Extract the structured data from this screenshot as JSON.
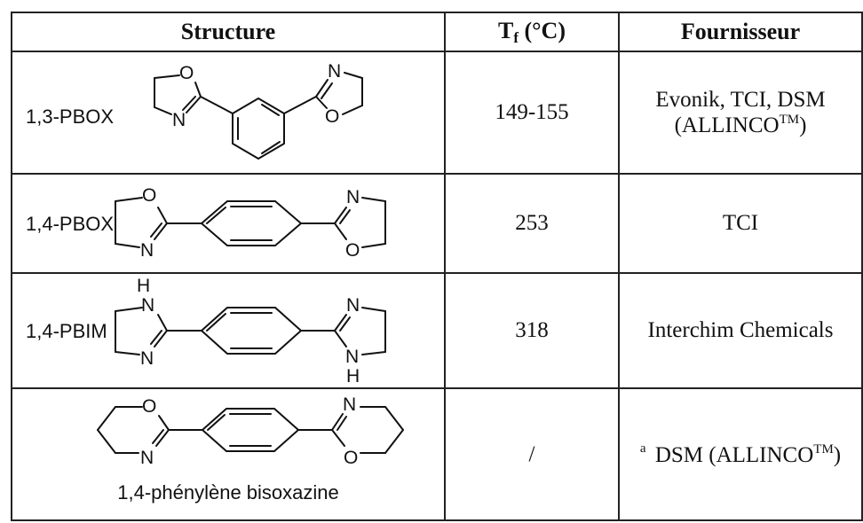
{
  "table": {
    "headers": {
      "structure": "Structure",
      "tf_main": "T",
      "tf_sub": "f",
      "tf_unit": " (°C)",
      "supplier": "Fournisseur"
    },
    "rows": [
      {
        "label": "1,3-PBOX",
        "tf": "149-155",
        "supplier_line1": "Evonik, TCI, DSM",
        "supplier_line2_open": "(ALLINCO",
        "supplier_line2_tm": "TM",
        "supplier_line2_close": ")",
        "atoms": {
          "o_left": "O",
          "n_left": "N",
          "n_right": "N",
          "o_right": "O"
        }
      },
      {
        "label": "1,4-PBOX",
        "tf": "253",
        "supplier": "TCI",
        "atoms": {
          "o_left": "O",
          "n_left": "N",
          "n_right": "N",
          "o_right": "O"
        }
      },
      {
        "label": "1,4-PBIM",
        "tf": "318",
        "supplier": "Interchim Chemicals",
        "atoms": {
          "h_top": "H",
          "n_left_top": "N",
          "n_left_bot": "N",
          "n_right_top": "N",
          "n_right_bot": "N",
          "h_bot": "H"
        }
      },
      {
        "label": "1,4-phénylène bisoxazine",
        "tf": "/",
        "supplier_sup": "a",
        "supplier_main": " DSM (ALLINCO",
        "supplier_tm": "TM",
        "supplier_close": ")",
        "atoms": {
          "o_left": "O",
          "n_left": "N",
          "n_right": "N",
          "o_right": "O"
        }
      }
    ]
  }
}
